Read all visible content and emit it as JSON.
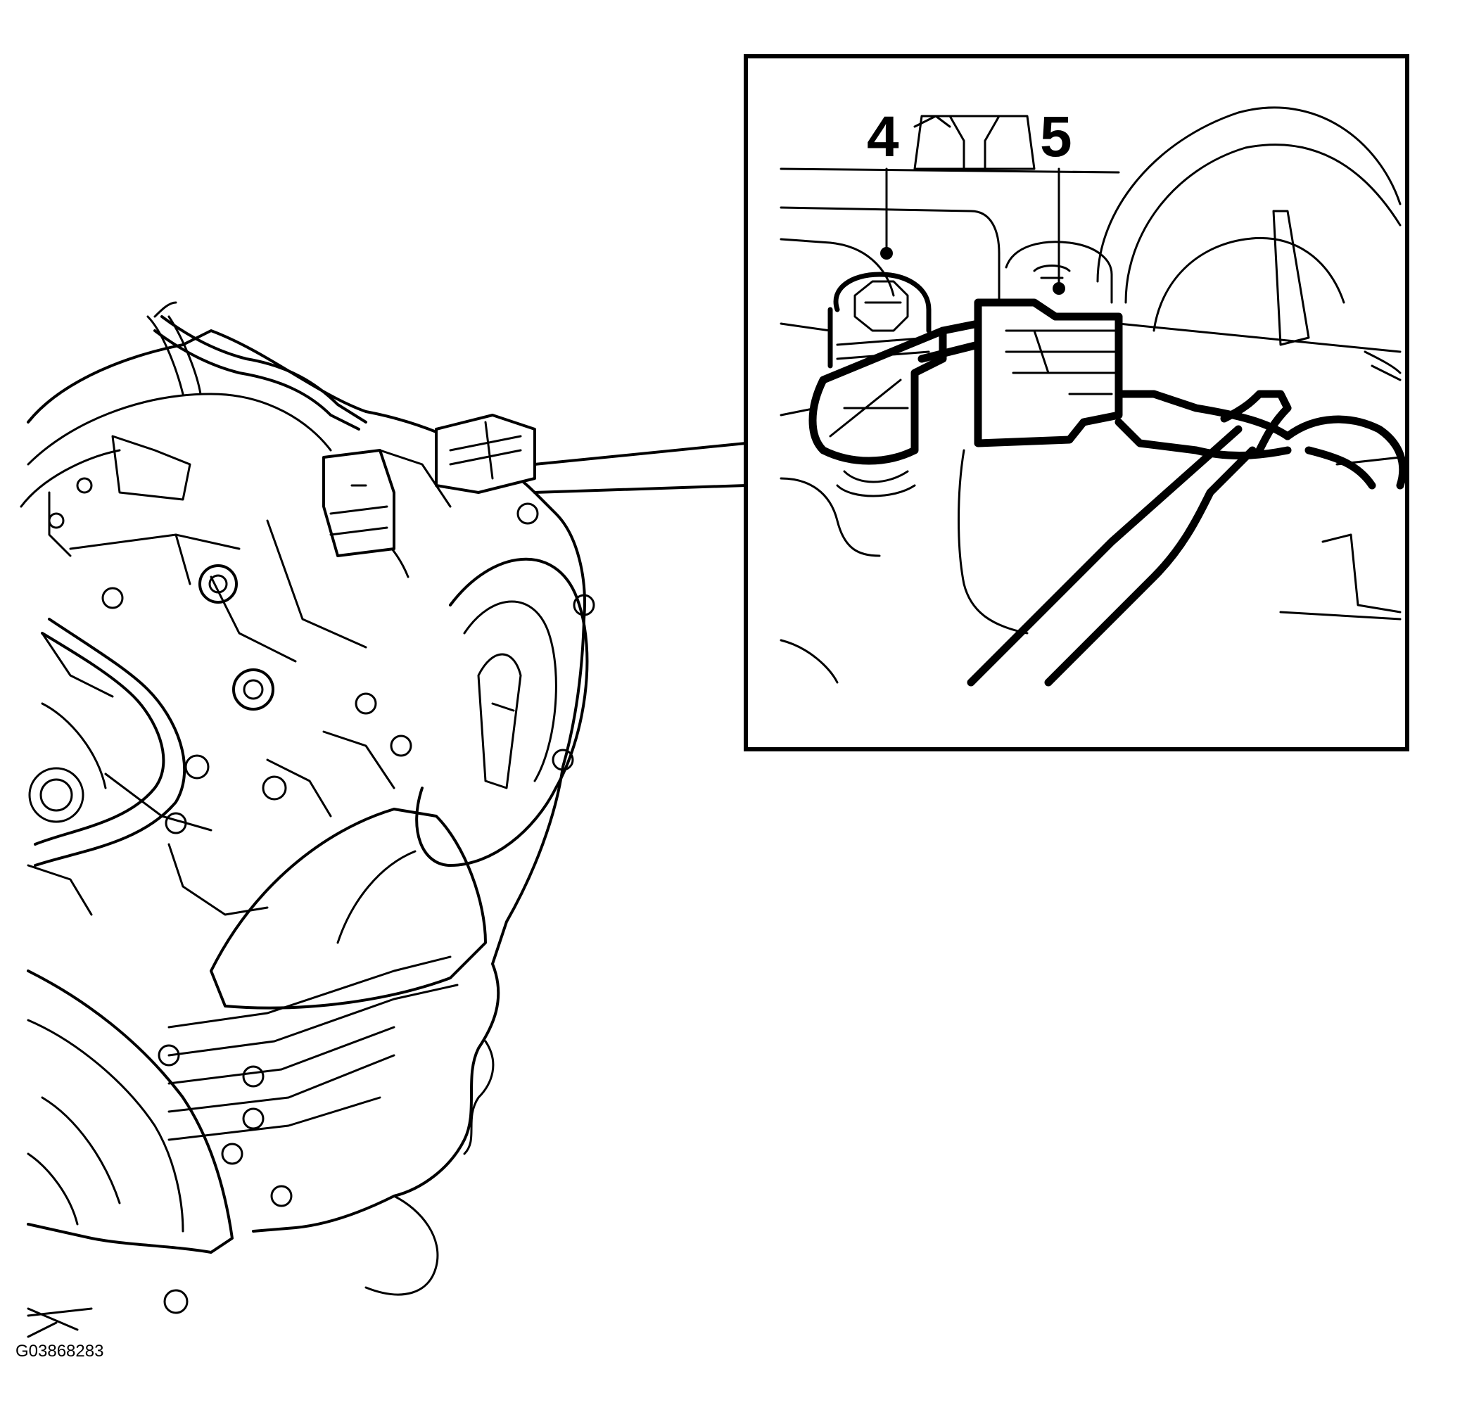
{
  "callouts": {
    "item_4": "4",
    "item_5": "5"
  },
  "figure_id": "G03868283"
}
